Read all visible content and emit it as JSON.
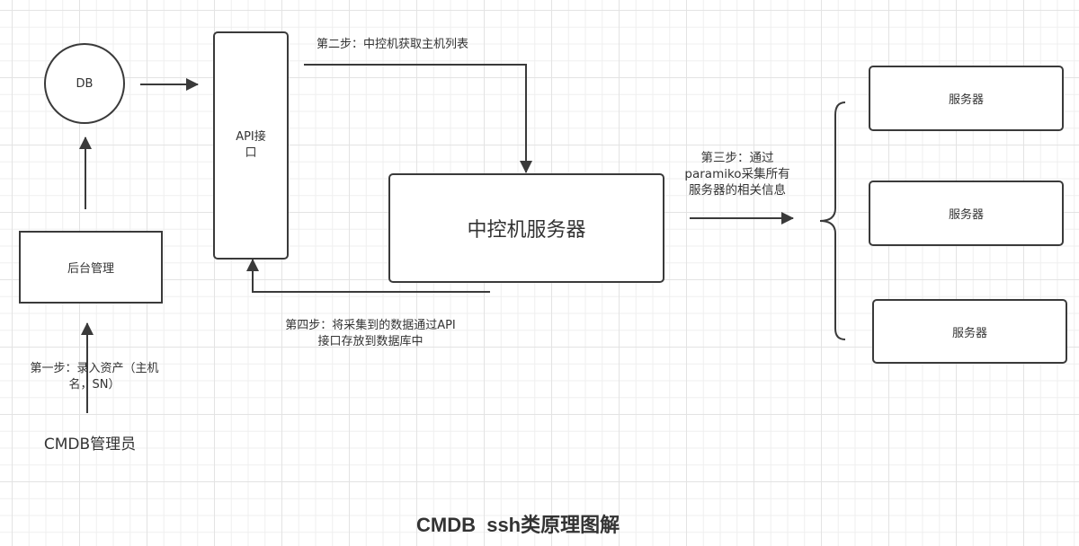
{
  "title": "CMDB  ssh类原理图解",
  "nodes": {
    "db": "DB",
    "api": "API接\n口",
    "backend": "后台管理",
    "central_server": "中控机服务器",
    "servers": [
      "服务器",
      "服务器",
      "服务器"
    ],
    "admin": "CMDB管理员"
  },
  "steps": {
    "step1": "第一步：录入资产（主机\n名，SN）",
    "step2": "第二步：中控机获取主机列表",
    "step3": "第三步：通过\nparamiko采集所有\n服务器的相关信息",
    "step4": "第四步：将采集到的数据通过API\n接口存放到数据库中"
  },
  "colors": {
    "stroke": "#3a3a3a",
    "text": "#333333",
    "grid_minor": "#efefef",
    "grid_major": "#e3e3e3"
  }
}
